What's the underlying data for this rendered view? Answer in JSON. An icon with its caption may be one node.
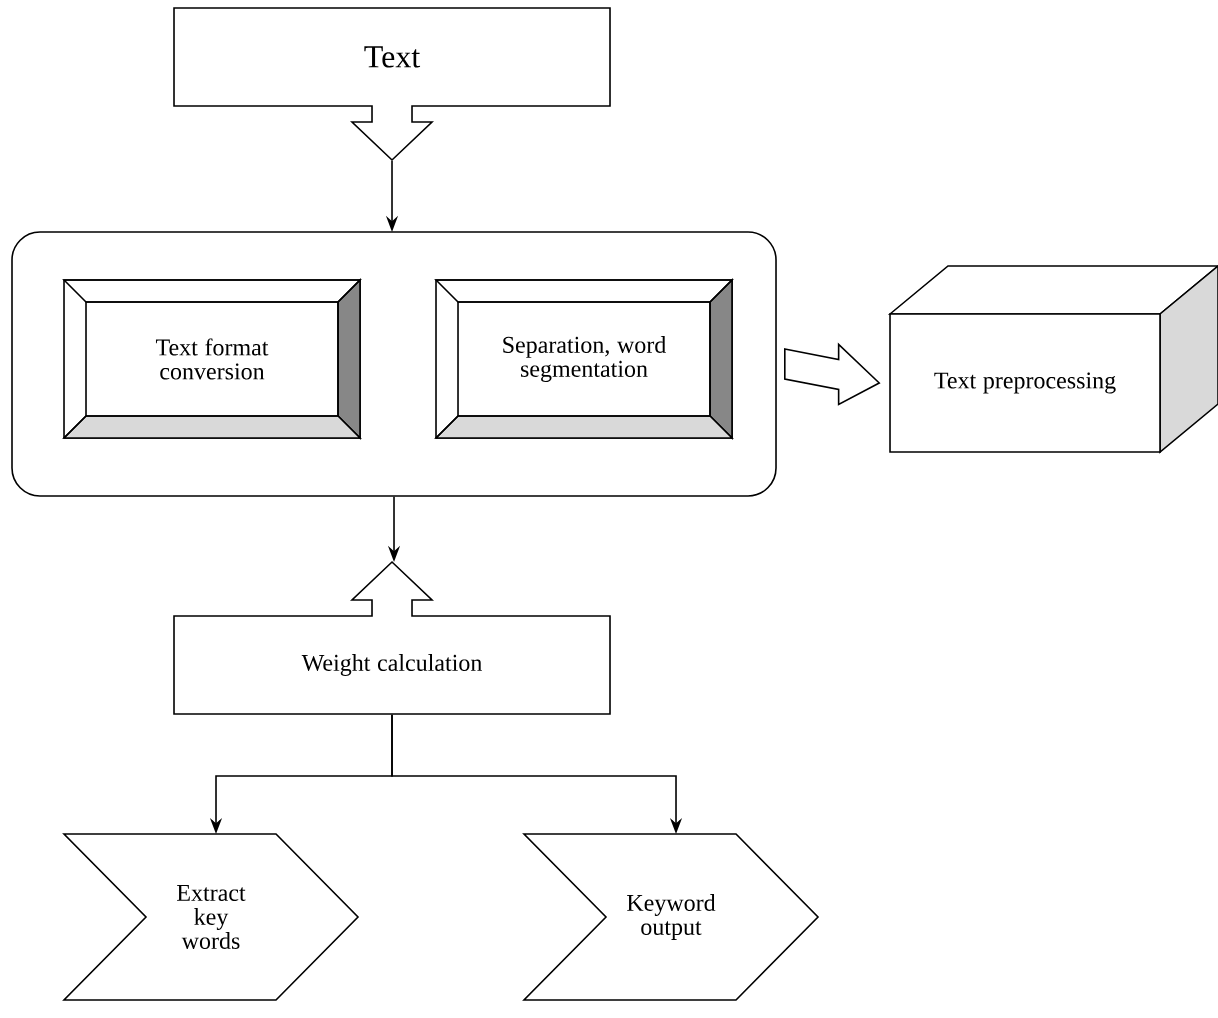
{
  "diagram": {
    "nodes": [
      {
        "text": [
          "Text"
        ]
      },
      {
        "text": [],
        "shape": "box"
      },
      {
        "text": [
          "Text format conversion"
        ],
        "in": 1
      },
      {
        "text": [
          "Separation, word segmentation"
        ],
        "in": 1
      },
      {
        "text": [
          "Text preprocessing"
        ]
      },
      {
        "text": [
          "Weight calculation"
        ]
      },
      {
        "text": [
          "Extract key words"
        ]
      },
      {
        "text": [
          "Keyword output"
        ]
      }
    ],
    "edges": [
      {
        "from": 0,
        "to": 1,
        "arrow": "to"
      },
      {
        "from": 1,
        "to": 4,
        "arrow": "to"
      },
      {
        "from": 1,
        "to": 5,
        "arrow": "to"
      },
      {
        "from": 5,
        "to": 6,
        "arrow": "to"
      },
      {
        "from": 5,
        "to": 7,
        "arrow": "to"
      }
    ]
  }
}
